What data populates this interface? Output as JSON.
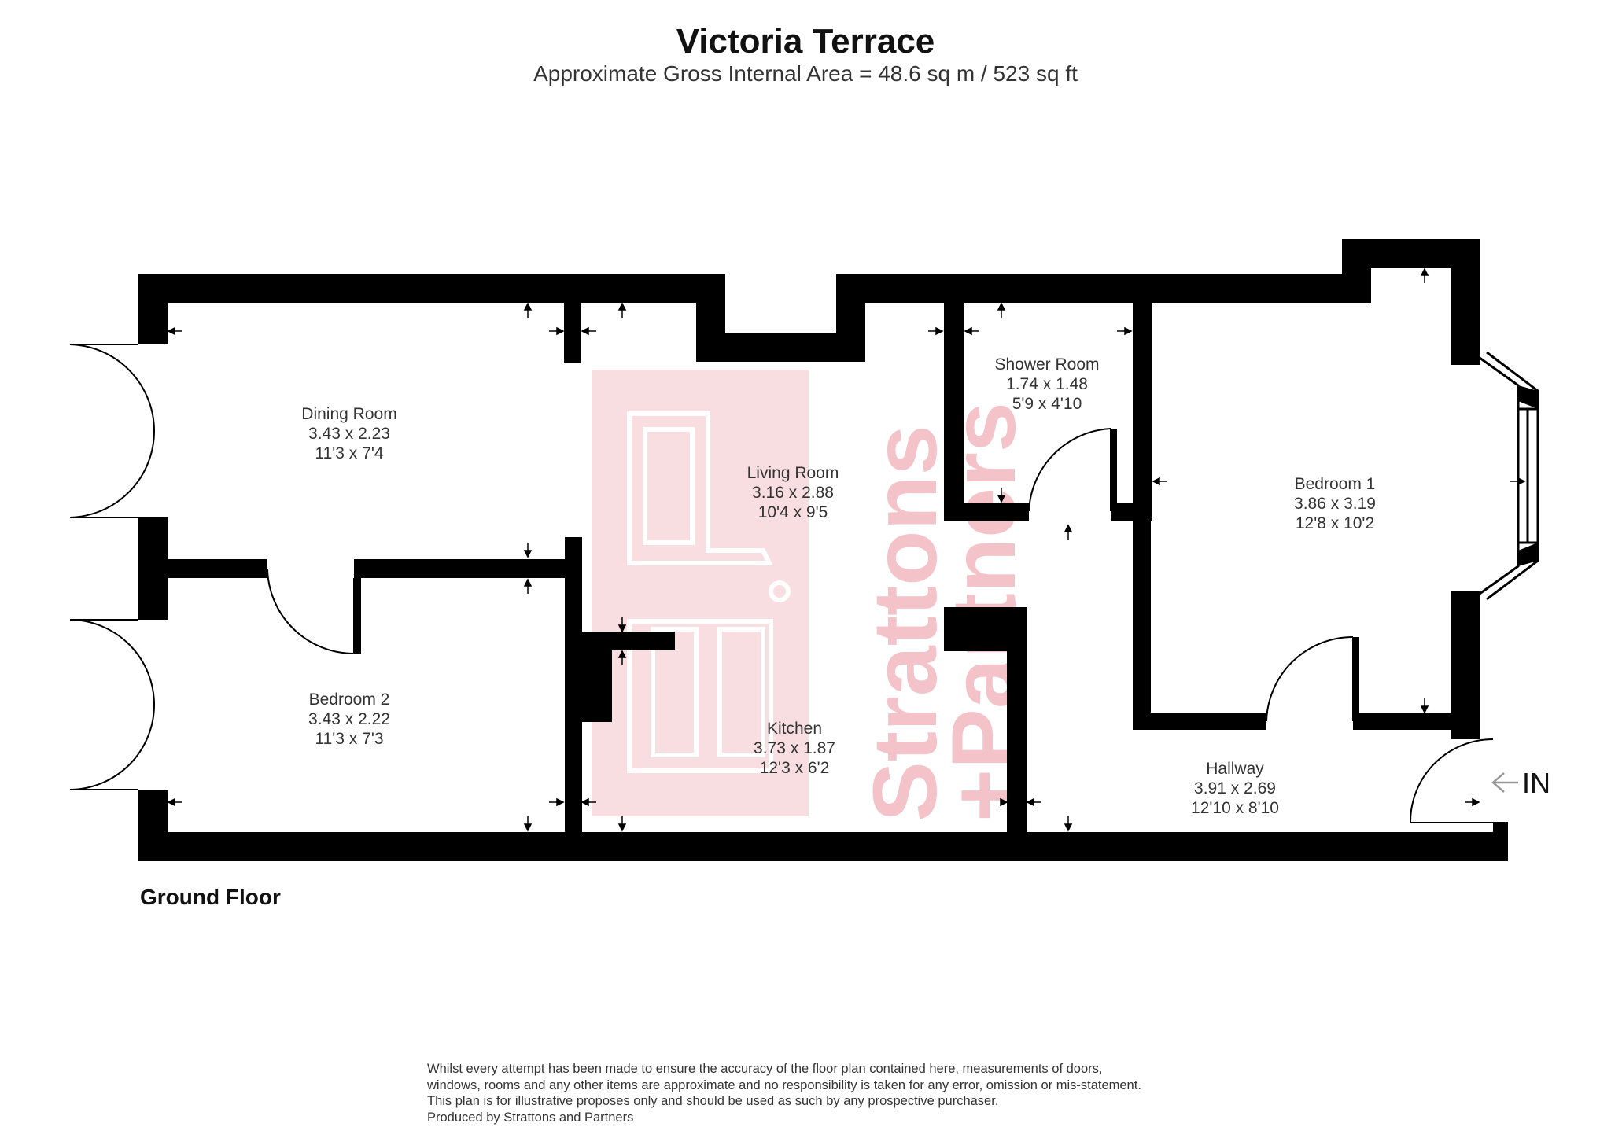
{
  "header": {
    "title": "Victoria Terrace",
    "subtitle": "Approximate Gross Internal Area = 48.6 sq m / 523 sq ft"
  },
  "floor_label": "Ground Floor",
  "entrance_label": "IN",
  "rooms": [
    {
      "name": "Dining Room",
      "metric": "3.43 x 2.23",
      "imperial": "11'3 x 7'4"
    },
    {
      "name": "Living Room",
      "metric": "3.16 x 2.88",
      "imperial": "10'4 x 9'5"
    },
    {
      "name": "Shower Room",
      "metric": "1.74 x 1.48",
      "imperial": "5'9 x 4'10"
    },
    {
      "name": "Bedroom 1",
      "metric": "3.86 x 3.19",
      "imperial": "12'8 x 10'2"
    },
    {
      "name": "Bedroom 2",
      "metric": "3.43 x 2.22",
      "imperial": "11'3 x 7'3"
    },
    {
      "name": "Kitchen",
      "metric": "3.73 x 1.87",
      "imperial": "12'3 x 6'2"
    },
    {
      "name": "Hallway",
      "metric": "3.91 x 2.69",
      "imperial": "12'10 x 8'10"
    }
  ],
  "watermark": {
    "line1": "Strattons",
    "line2": "+Partners",
    "color": "#f2b8c0"
  },
  "disclaimer": [
    "Whilst every attempt has been made to ensure the accuracy of the floor plan contained here, measurements of doors,",
    "windows, rooms and any other items are approximate and no responsibility is taken for any error, omission or mis-statement.",
    "This plan is for illustrative proposes only and should be used as such by any prospective purchaser.",
    "Produced by Strattons and Partners"
  ],
  "colors": {
    "wall": "#000000",
    "background": "#ffffff",
    "watermark": "#f2b8c0"
  }
}
